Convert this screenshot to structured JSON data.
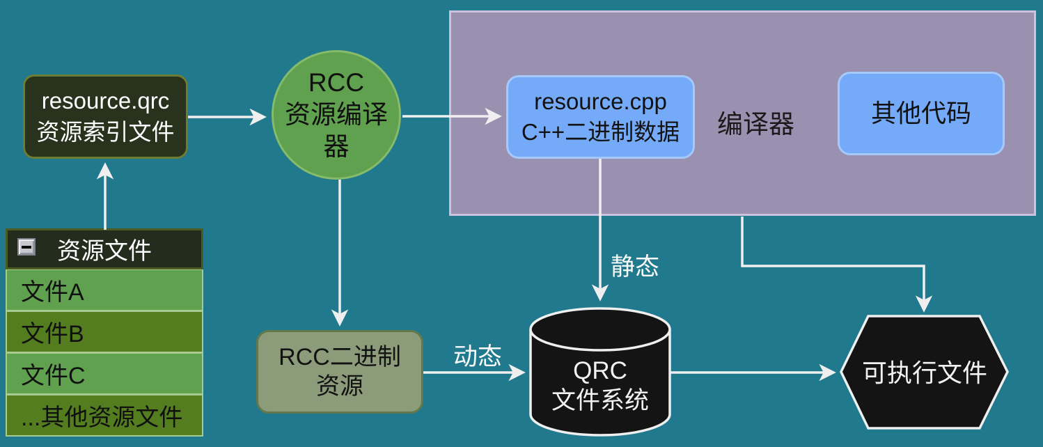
{
  "diagram": {
    "qrc_index_node": {
      "title": "resource.qrc",
      "subtitle": "资源索引文件"
    },
    "resource_table": {
      "header": "资源文件",
      "collapse_icon": "minus-collapse-icon",
      "rows": [
        "文件A",
        "文件B",
        "文件C",
        "...其他资源文件"
      ]
    },
    "rcc_node": {
      "title": "RCC",
      "subtitle": "资源编译器"
    },
    "compiler_container": {
      "label": "编译器",
      "resource_cpp_node": {
        "title": "resource.cpp",
        "subtitle": "C++二进制数据"
      },
      "other_code_node": {
        "label": "其他代码"
      }
    },
    "rcc_binary_node": {
      "label": "RCC二进制资源"
    },
    "qrc_fs_node": {
      "title": "QRC",
      "subtitle": "文件系统"
    },
    "executable_node": {
      "label": "可执行文件"
    },
    "edges": {
      "static_label": "静态",
      "dynamic_label": "动态"
    }
  },
  "colors": {
    "background": "#20798d",
    "compiler_container_fill": "#9a90b0",
    "compiler_container_border": "#ccc2de",
    "blue_node_fill": "#74aaf8",
    "blue_node_border": "#a6c9fb",
    "dark_node_fill": "#29321d",
    "dark_node_border": "#6d7c34",
    "circle_fill": "#5fa14e",
    "circle_border": "#85bb6a",
    "table_header_fill": "#242c1e",
    "table_row_light": "#5fa14e",
    "table_row_dark": "#537d1f",
    "table_row_border": "#a9cb92",
    "sage_node_fill": "#8c9b79",
    "sage_node_border": "#64784e",
    "black_shape_fill": "#141414",
    "arrow_color": "#efefef"
  }
}
